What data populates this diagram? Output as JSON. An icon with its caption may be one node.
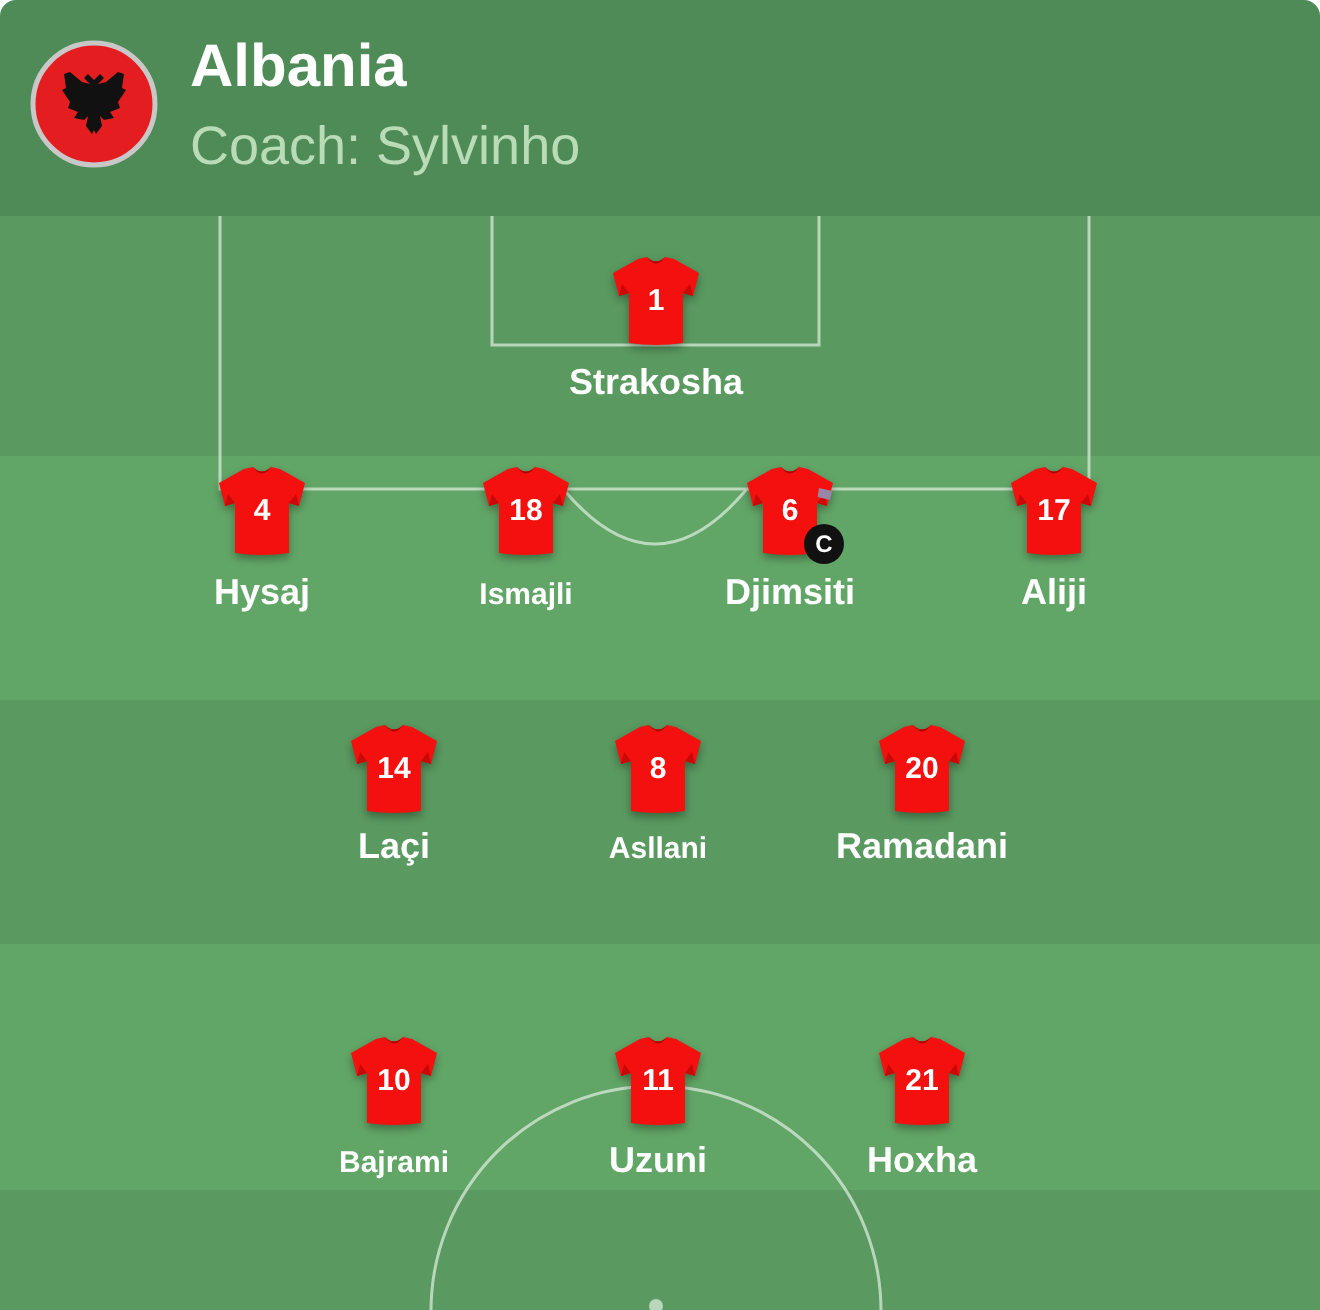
{
  "diagram": {
    "title": "Albania",
    "nodes": [
      {
        "text": [
          "1"
        ],
        "beside": [
          "Strakosha"
        ]
      },
      {
        "text": [
          "4"
        ],
        "beside": [
          "Hysaj"
        ]
      },
      {
        "text": [
          "18"
        ],
        "beside": [
          "Ismajli"
        ]
      },
      {
        "text": [
          "6"
        ],
        "beside": [
          "Djimsiti"
        ]
      },
      {
        "text": [
          "17"
        ],
        "beside": [
          "Aliji"
        ]
      },
      {
        "text": [
          "14"
        ],
        "beside": [
          "Laçi"
        ]
      },
      {
        "text": [
          "8"
        ],
        "beside": [
          "Asllani"
        ]
      },
      {
        "text": [
          "20"
        ],
        "beside": [
          "Ramadani"
        ]
      },
      {
        "text": [
          "10"
        ],
        "beside": [
          "Bajrami"
        ]
      },
      {
        "text": [
          "11"
        ],
        "beside": [
          "Uzuni"
        ]
      },
      {
        "text": [
          "21"
        ],
        "beside": [
          "Hoxha"
        ]
      }
    ],
    "labels": [
      "Coach: Sylvinho",
      "C"
    ]
  }
}
